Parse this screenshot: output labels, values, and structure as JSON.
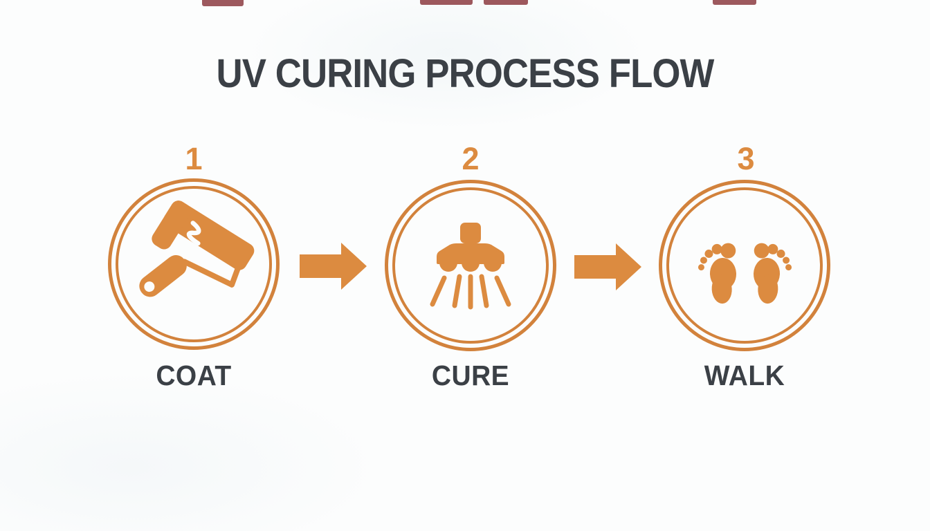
{
  "title": "UV CURING PROCESS FLOW",
  "colors": {
    "accent": "#DC8B40",
    "ring": "#D2823C",
    "text": "#3B4046",
    "artifact": "#7D2128",
    "bg": "#FCFDFD"
  },
  "steps": [
    {
      "number": "1",
      "label": "COAT",
      "icon": "paint-roller-icon"
    },
    {
      "number": "2",
      "label": "CURE",
      "icon": "uv-lamp-icon"
    },
    {
      "number": "3",
      "label": "WALK",
      "icon": "footprints-icon"
    }
  ],
  "connectors": [
    {
      "icon": "arrow-right-icon"
    },
    {
      "icon": "arrow-right-icon"
    }
  ]
}
